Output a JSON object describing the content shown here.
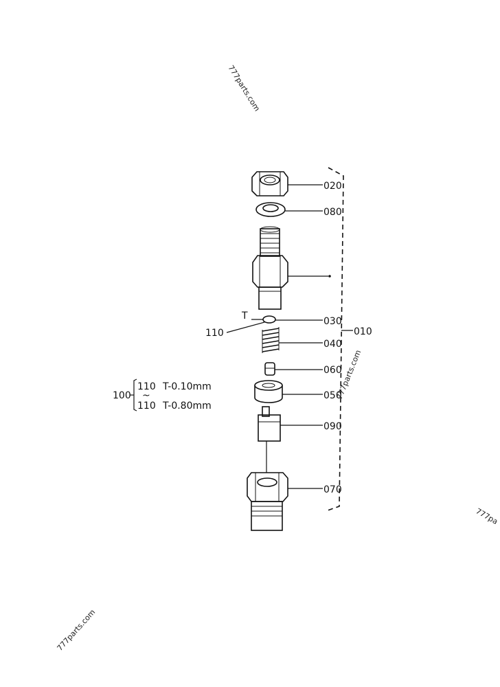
{
  "callouts": {
    "p020": "020",
    "p080": "080",
    "p030": "030",
    "p040": "040",
    "p060": "060",
    "p050": "050",
    "p090": "090",
    "p070": "070",
    "p010": "010",
    "p110": "110",
    "shim_mark": "T"
  },
  "shim_table": {
    "group_label": "100",
    "rows": [
      {
        "part": "110",
        "spec": "T-0.10mm"
      },
      {
        "part": "110",
        "spec": "T-0.80mm"
      }
    ],
    "range_mark": "~"
  },
  "watermarks": [
    "777parts.com",
    "777parts.com",
    "777parts.com",
    "777pa"
  ]
}
